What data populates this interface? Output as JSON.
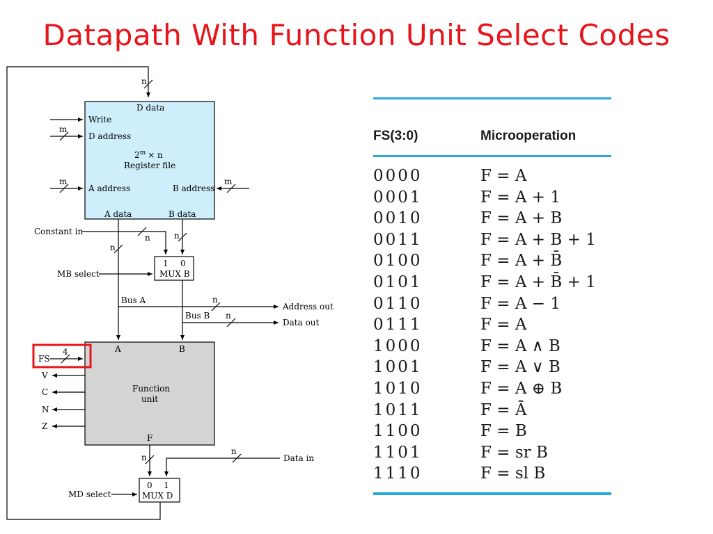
{
  "title": "Datapath With Function Unit Select Codes",
  "diagram": {
    "labels": {
      "write": "Write",
      "d_address": "D address",
      "d_data": "D data",
      "regfile_size": "2",
      "regfile_size_sup": "m",
      "regfile_size_rest": "× n",
      "regfile_name": "Register file",
      "a_address": "A address",
      "b_address": "B address",
      "a_data": "A data",
      "b_data": "B data",
      "constant_in": "Constant in",
      "mb_select": "MB select",
      "mux_b": "MUX B",
      "mux_b_in1": "1",
      "mux_b_in0": "0",
      "bus_a": "Bus A",
      "bus_b": "Bus B",
      "address_out": "Address out",
      "data_out": "Data out",
      "fu_a": "A",
      "fu_b": "B",
      "fs": "FS",
      "fs_width": "4",
      "v": "V",
      "c": "C",
      "n_flag": "N",
      "z": "Z",
      "function_unit_1": "Function",
      "function_unit_2": "unit",
      "fu_f": "F",
      "data_in": "Data in",
      "md_select": "MD select",
      "mux_d": "MUX D",
      "mux_d_in0": "0",
      "mux_d_in1": "1",
      "bus_n": "n",
      "bus_m": "m"
    },
    "colors": {
      "register_file": "#cdeefa",
      "function_unit": "#d4d4d4",
      "highlight": "#e8141b"
    }
  },
  "table": {
    "headers": [
      "FS(3:0)",
      "Microoperation"
    ],
    "rows": [
      {
        "code": "0000",
        "op": "F = A"
      },
      {
        "code": "0001",
        "op": "F = A + 1"
      },
      {
        "code": "0010",
        "op": "F = A + B"
      },
      {
        "code": "0011",
        "op": "F = A + B + 1"
      },
      {
        "code": "0100",
        "op": "F = A + B̄"
      },
      {
        "code": "0101",
        "op": "F = A + B̄ + 1"
      },
      {
        "code": "0110",
        "op": "F = A − 1"
      },
      {
        "code": "0111",
        "op": "F = A"
      },
      {
        "code": "1000",
        "op": "F = A ∧ B"
      },
      {
        "code": "1001",
        "op": "F = A ∨ B"
      },
      {
        "code": "1010",
        "op": "F = A ⊕ B"
      },
      {
        "code": "1011",
        "op": "F = Ā"
      },
      {
        "code": "1100",
        "op": "F = B"
      },
      {
        "code": "1101",
        "op": "F = sr B"
      },
      {
        "code": "1110",
        "op": "F = sl B"
      }
    ],
    "colors": {
      "rule": "#2aa8dc"
    }
  }
}
